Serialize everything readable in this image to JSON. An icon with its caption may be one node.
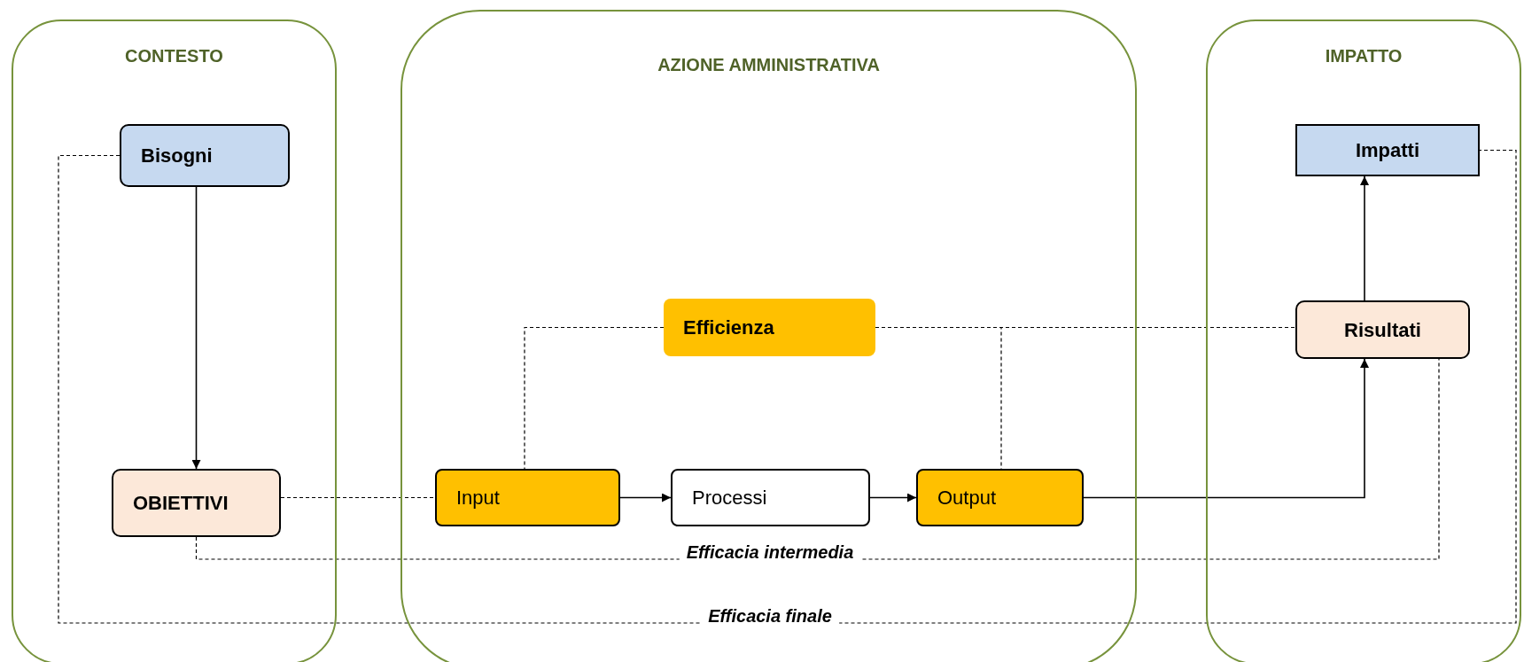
{
  "diagram": {
    "nodes": [
      {
        "text": [
          "CONTESTO"
        ]
      },
      {
        "text": [
          "Bisogni"
        ],
        "in": 0
      },
      {
        "text": [
          "OBIETTIVI"
        ],
        "in": 0
      },
      {
        "text": [
          "AZIONE AMMINISTRATIVA"
        ]
      },
      {
        "text": [
          "Efficienza"
        ],
        "in": 3
      },
      {
        "text": [
          "Input"
        ],
        "in": 3
      },
      {
        "text": [
          "Processi"
        ],
        "in": 3
      },
      {
        "text": [
          "Output"
        ],
        "in": 3
      },
      {
        "text": [
          "IMPATTO"
        ]
      },
      {
        "text": [
          "Impatti"
        ],
        "in": 8
      },
      {
        "text": [
          "Risultati"
        ],
        "in": 8
      }
    ],
    "edges": [
      {
        "from": 1,
        "to": 2,
        "arrow": "to"
      },
      {
        "from": 2,
        "to": 5,
        "arrow": "none",
        "style": "dashed"
      },
      {
        "from": 5,
        "to": 6,
        "arrow": "to"
      },
      {
        "from": 6,
        "to": 7,
        "arrow": "to"
      },
      {
        "from": 7,
        "to": 10,
        "arrow": "to"
      },
      {
        "from": 10,
        "to": 9,
        "arrow": "to"
      },
      {
        "from": 4,
        "to": 5,
        "arrow": "none",
        "style": "dashed"
      },
      {
        "from": 4,
        "to": 7,
        "arrow": "none",
        "style": "dashed"
      },
      {
        "from": 4,
        "to": 10,
        "arrow": "none",
        "style": "dashed"
      },
      {
        "from": 2,
        "to": 10,
        "arrow": "none",
        "style": "dashed",
        "label": "Efficacia intermedia"
      },
      {
        "from": 1,
        "to": 9,
        "arrow": "none",
        "style": "dashed",
        "label": "Efficacia finale"
      }
    ]
  }
}
